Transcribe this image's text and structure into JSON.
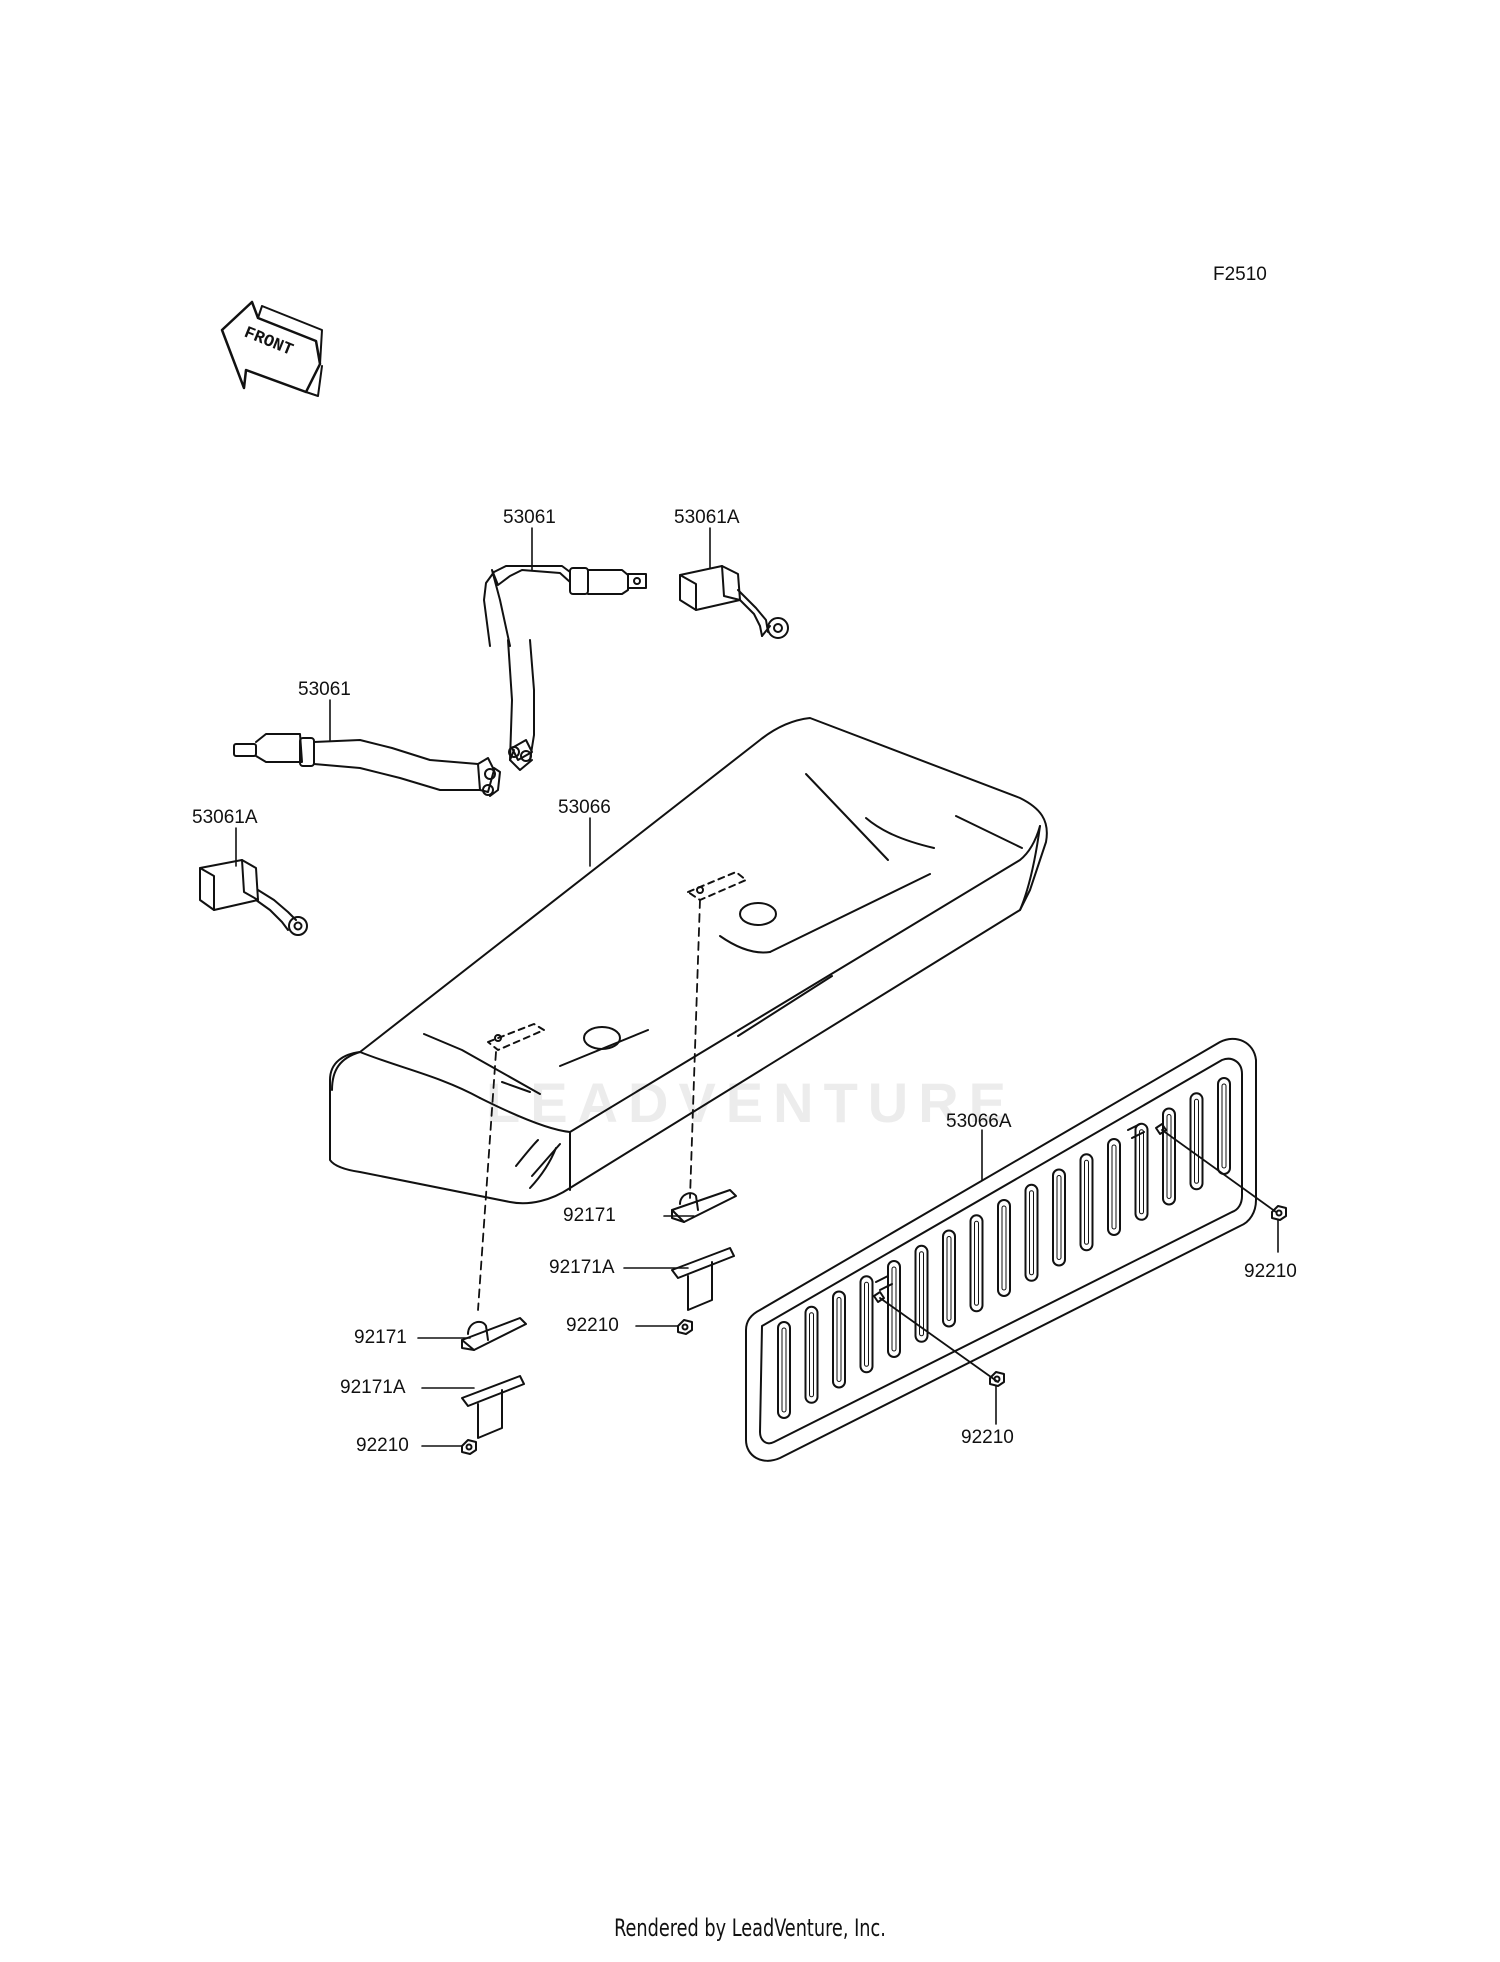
{
  "figure_code": "F2510",
  "front_arrow_text": "FRONT",
  "watermark_text": "LEADVENTURE",
  "footer": "Rendered by LeadVenture, Inc.",
  "callouts": {
    "belt_upper": "53061",
    "buckle_upper": "53061A",
    "belt_left": "53061",
    "buckle_left": "53061A",
    "seat": "53066",
    "seat_back": "53066A",
    "bracket_center": "92171",
    "bracket_a_center": "92171A",
    "nut_center": "92210",
    "bracket_left": "92171",
    "bracket_a_left": "92171A",
    "nut_left": "92210",
    "nut_right": "92210",
    "nut_back_center": "92210"
  }
}
